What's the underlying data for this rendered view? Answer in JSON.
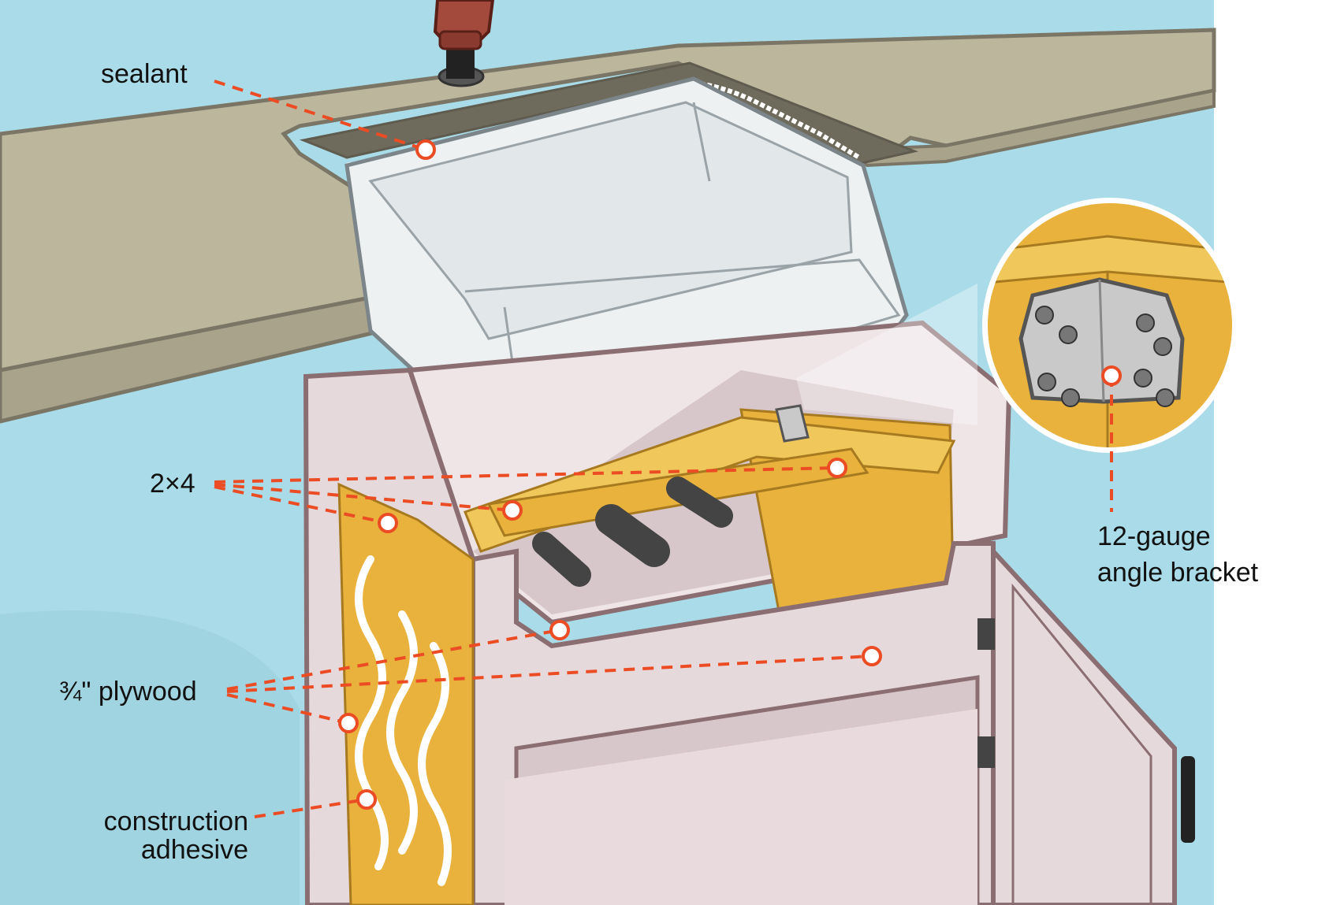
{
  "labels": {
    "sealant": "sealant",
    "two_by_four": "2×4",
    "plywood": "¾\" plywood",
    "construction_adhesive_line1": "construction",
    "construction_adhesive_line2": "adhesive",
    "bracket_line1": "12-gauge",
    "bracket_line2": "angle bracket"
  },
  "colors": {
    "background_blue": "#a9dce8",
    "countertop": "#bcb79c",
    "countertop_edge": "#7a7565",
    "sink": "#eef1f2",
    "cabinet": "#e6d9dc",
    "cabinet_outline": "#8a6e72",
    "wood": "#e8b23c",
    "wood_light": "#f0c75a",
    "callout": "#ec4c24",
    "bracket_metal": "#c9c9c9",
    "pipe": "#444444"
  }
}
